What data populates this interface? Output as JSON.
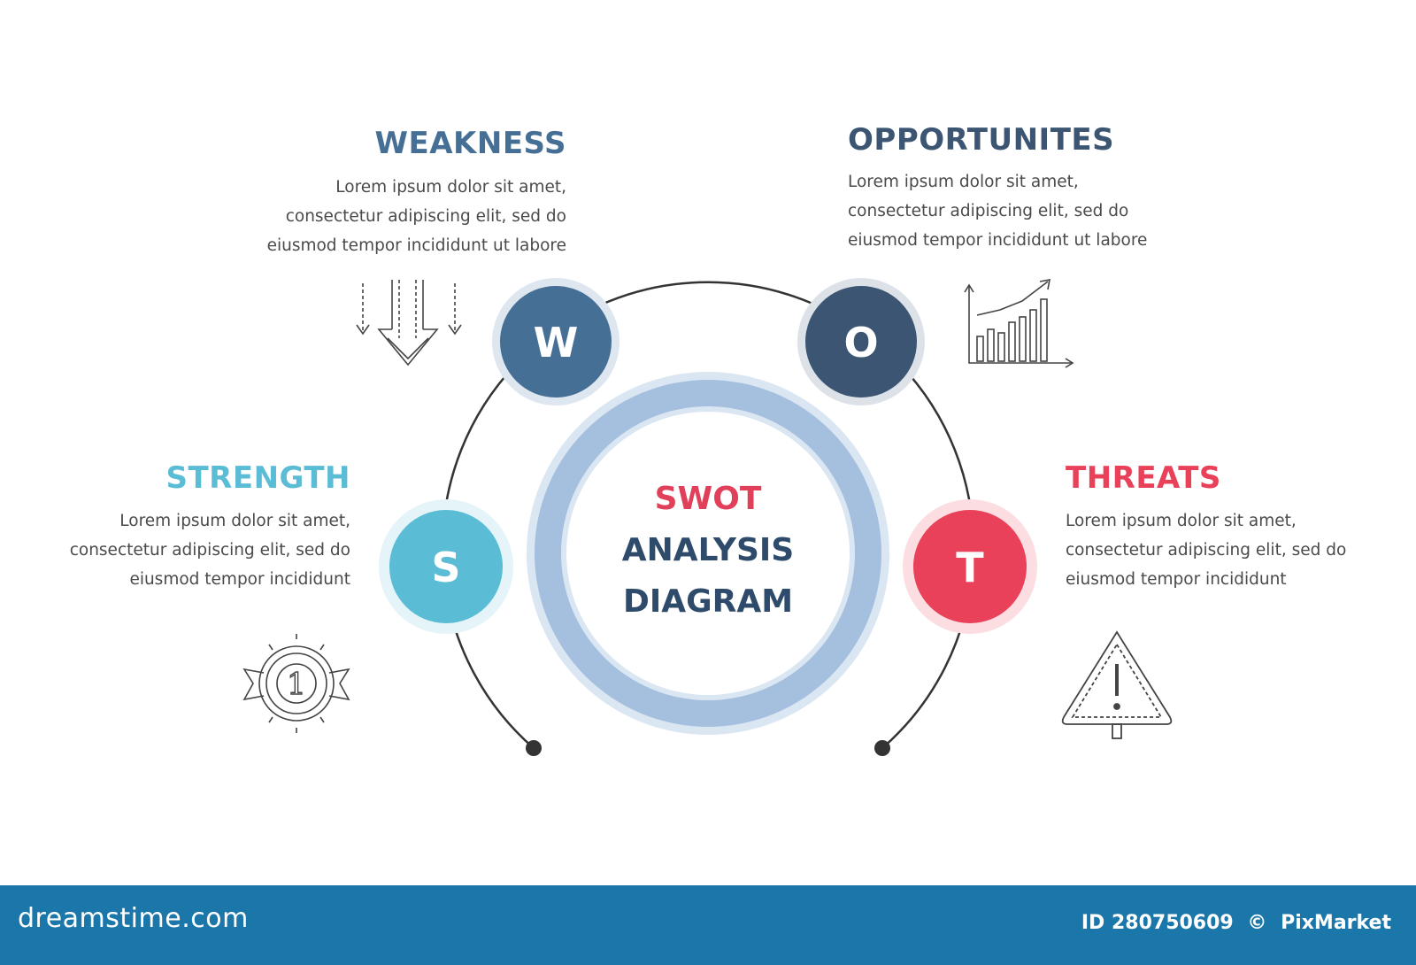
{
  "colors": {
    "weakness": "#466f95",
    "opportunities": "#3b5572",
    "strength": "#5bbcd6",
    "threats": "#e94159",
    "center_title_red": "#e0405a",
    "center_title_dark": "#2f4b6b",
    "ring": "#a5c0df",
    "ring_outer": "#dbe6f3",
    "arc": "#333333",
    "footer_bg": "#1b77a9"
  },
  "center": {
    "line1": "SWOT",
    "line2": "ANALYSIS",
    "line3": "DIAGRAM"
  },
  "sections": {
    "weakness": {
      "letter": "W",
      "title": "WEAKNESS",
      "lines": [
        "Lorem ipsum dolor sit amet,",
        "consectetur adipiscing elit, sed do",
        "eiusmod tempor incididunt ut labore"
      ],
      "icon": "down-arrows-icon"
    },
    "opportunities": {
      "letter": "O",
      "title": "OPPORTUNITES",
      "lines": [
        "Lorem ipsum dolor sit amet,",
        "consectetur adipiscing elit, sed do",
        "eiusmod tempor incididunt ut labore"
      ],
      "icon": "growth-chart-icon"
    },
    "strength": {
      "letter": "S",
      "title": "STRENGTH",
      "lines": [
        "Lorem ipsum dolor sit amet,",
        "consectetur adipiscing elit, sed do",
        "eiusmod tempor incididunt"
      ],
      "icon": "first-place-badge-icon",
      "badge_number": "1"
    },
    "threats": {
      "letter": "T",
      "title": "THREATS",
      "lines": [
        "Lorem ipsum dolor sit amet,",
        "consectetur adipiscing elit, sed do",
        "eiusmod tempor incididunt"
      ],
      "icon": "warning-sign-icon",
      "warning_symbol": "!"
    }
  },
  "footer": {
    "logo": "dreamstime.com",
    "id_label": "ID 280750609",
    "copyright_symbol": "©",
    "author": "PixMarket"
  }
}
